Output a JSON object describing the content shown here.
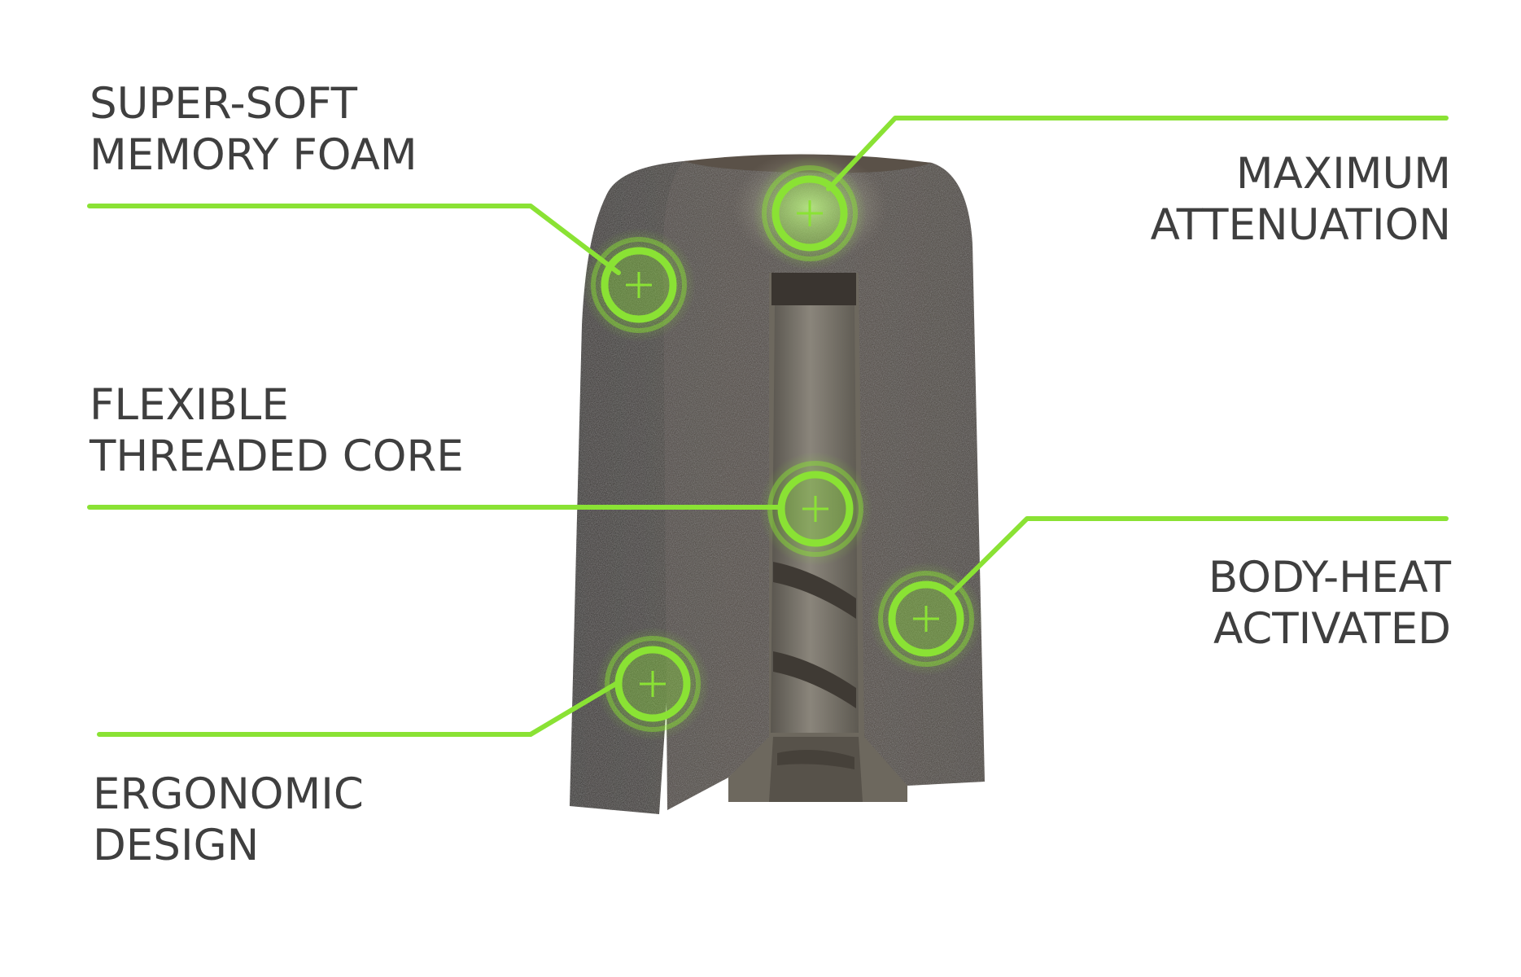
{
  "diagram": {
    "accent_color": "#8ae234",
    "foam_color": "#3f3832",
    "core_color": "#6d685e",
    "labels": {
      "memory_foam": [
        "SUPER-SOFT",
        "MEMORY FOAM"
      ],
      "max_attenuation": [
        "MAXIMUM",
        "ATTENUATION"
      ],
      "threaded_core": [
        "FLEXIBLE",
        "THREADED CORE"
      ],
      "body_heat": [
        "BODY-HEAT",
        "ACTIVATED"
      ],
      "ergonomic": [
        "ERGONOMIC",
        "DESIGN"
      ]
    },
    "hotspots": [
      {
        "id": "memory-foam",
        "icon": "plus-icon"
      },
      {
        "id": "max-attenuation",
        "icon": "plus-icon"
      },
      {
        "id": "threaded-core",
        "icon": "plus-icon"
      },
      {
        "id": "body-heat",
        "icon": "plus-icon"
      },
      {
        "id": "ergonomic",
        "icon": "plus-icon"
      }
    ]
  }
}
